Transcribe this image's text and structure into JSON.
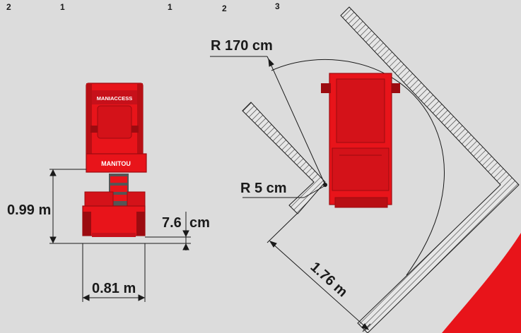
{
  "header_numbers": [
    "2",
    "1",
    "1",
    "2",
    "3"
  ],
  "dimensions": {
    "height": "0.99 m",
    "ground_clearance": "7.6",
    "ground_clearance_unit": "cm",
    "width": "0.81 m",
    "outer_radius": "R 170 cm",
    "inner_radius": "R 5 cm",
    "aisle_width": "1.76 m"
  },
  "brand": {
    "top_plate": "MANIACCESS",
    "basket_plate": "MANITOU"
  },
  "colors": {
    "machine_red": "#e8141a",
    "dark_red": "#9c0b10",
    "background": "#dcdcdc",
    "line": "#1a1a1a",
    "accent": "#e8141a"
  }
}
